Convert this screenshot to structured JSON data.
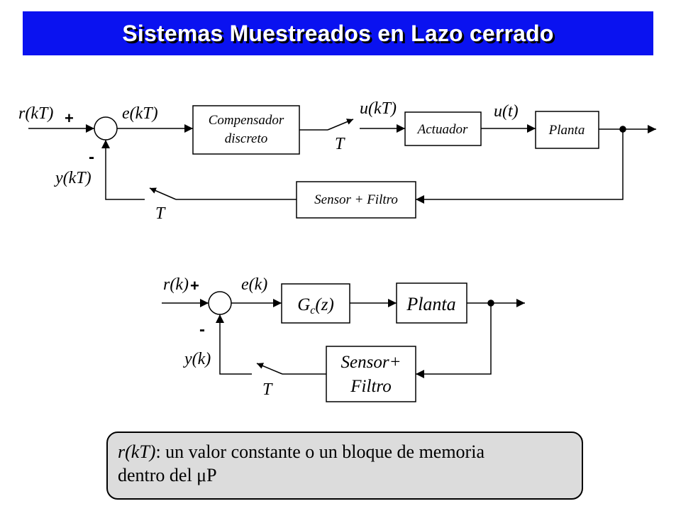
{
  "title": "Sistemas Muestreados en Lazo cerrado",
  "colors": {
    "title_bg": "#0a12f0",
    "title_text": "#ffffff",
    "note_bg": "#dcdcdc"
  },
  "diagram_top": {
    "signals": {
      "reference": "r(kT)",
      "error": "e(kT)",
      "control_discrete": "u(kT)",
      "control_continuous": "u(t)",
      "feedback": "y(kT)"
    },
    "signs": {
      "plus": "+",
      "minus": "-"
    },
    "blocks": {
      "compensator_line1": "Compensador",
      "compensator_line2": "discreto",
      "actuator": "Actuador",
      "plant": "Planta",
      "sensor": "Sensor + Filtro"
    },
    "sampler_label": "T"
  },
  "diagram_bottom": {
    "signals": {
      "reference": "r(k)",
      "error": "e(k)",
      "feedback": "y(k)"
    },
    "signs": {
      "plus": "+",
      "minus": "-"
    },
    "blocks": {
      "controller_main": "G",
      "controller_sub": "c",
      "controller_arg": "(z)",
      "plant": "Planta",
      "sensor_line1": "Sensor+",
      "sensor_line2": "Filtro"
    },
    "sampler_label": "T"
  },
  "note": {
    "term": "r(kT)",
    "text_line1": ": un valor constante o un bloque de memoria",
    "text_line2": "dentro del μP"
  }
}
